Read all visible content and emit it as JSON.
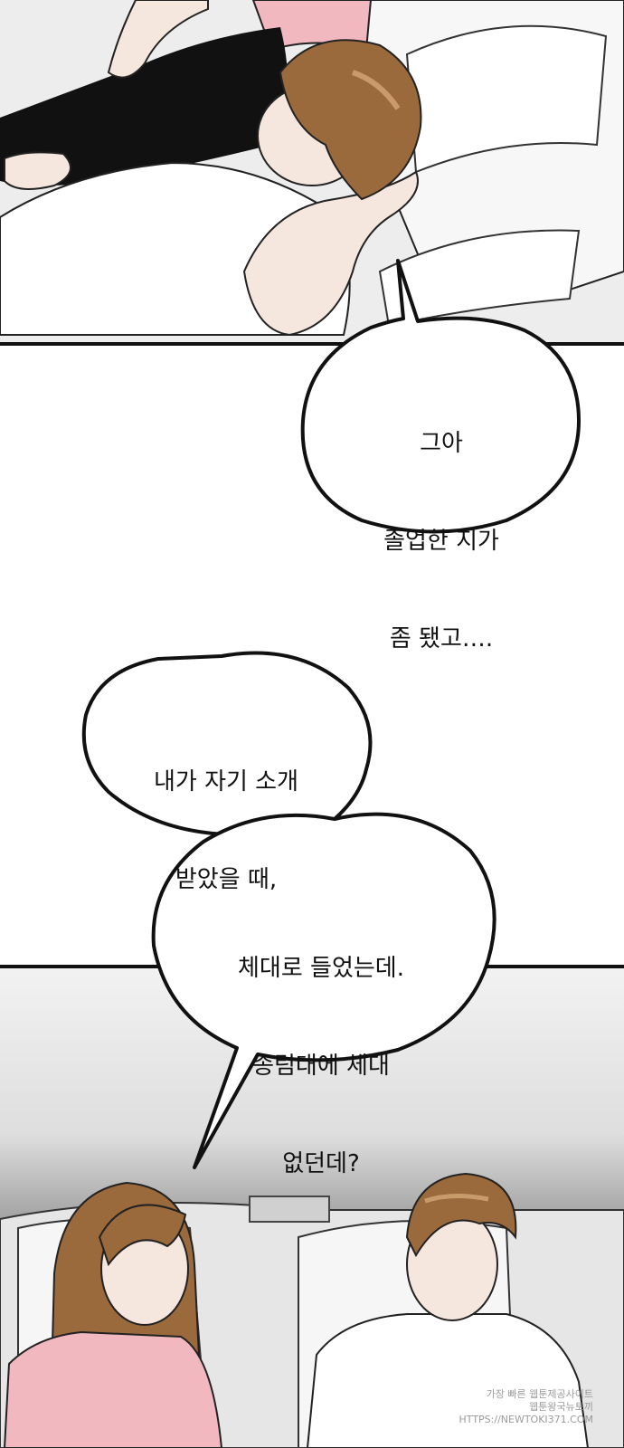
{
  "bubbles": [
    {
      "id": "top-right",
      "lines": [
        "그아",
        "졸업한 지가",
        "좀 됐고…."
      ]
    },
    {
      "id": "middle-left",
      "lines": [
        "내가 자기 소개",
        "받았을 때,"
      ]
    },
    {
      "id": "middle-right",
      "lines": [
        "체대로 들었는데.",
        "송림대에 체대",
        "없던데?"
      ]
    }
  ],
  "watermark": {
    "line1": "가장 빠른 웹툰제공사이트",
    "line2": "웹툰왕국뉴토끼",
    "line3": "HTTPS://NEWTOKI371.COM"
  },
  "colors": {
    "ink": "#111111",
    "hair": "#9b6a3c",
    "shirt_pink": "#f2b8c0",
    "sofa_gray": "#d8d8d8"
  }
}
